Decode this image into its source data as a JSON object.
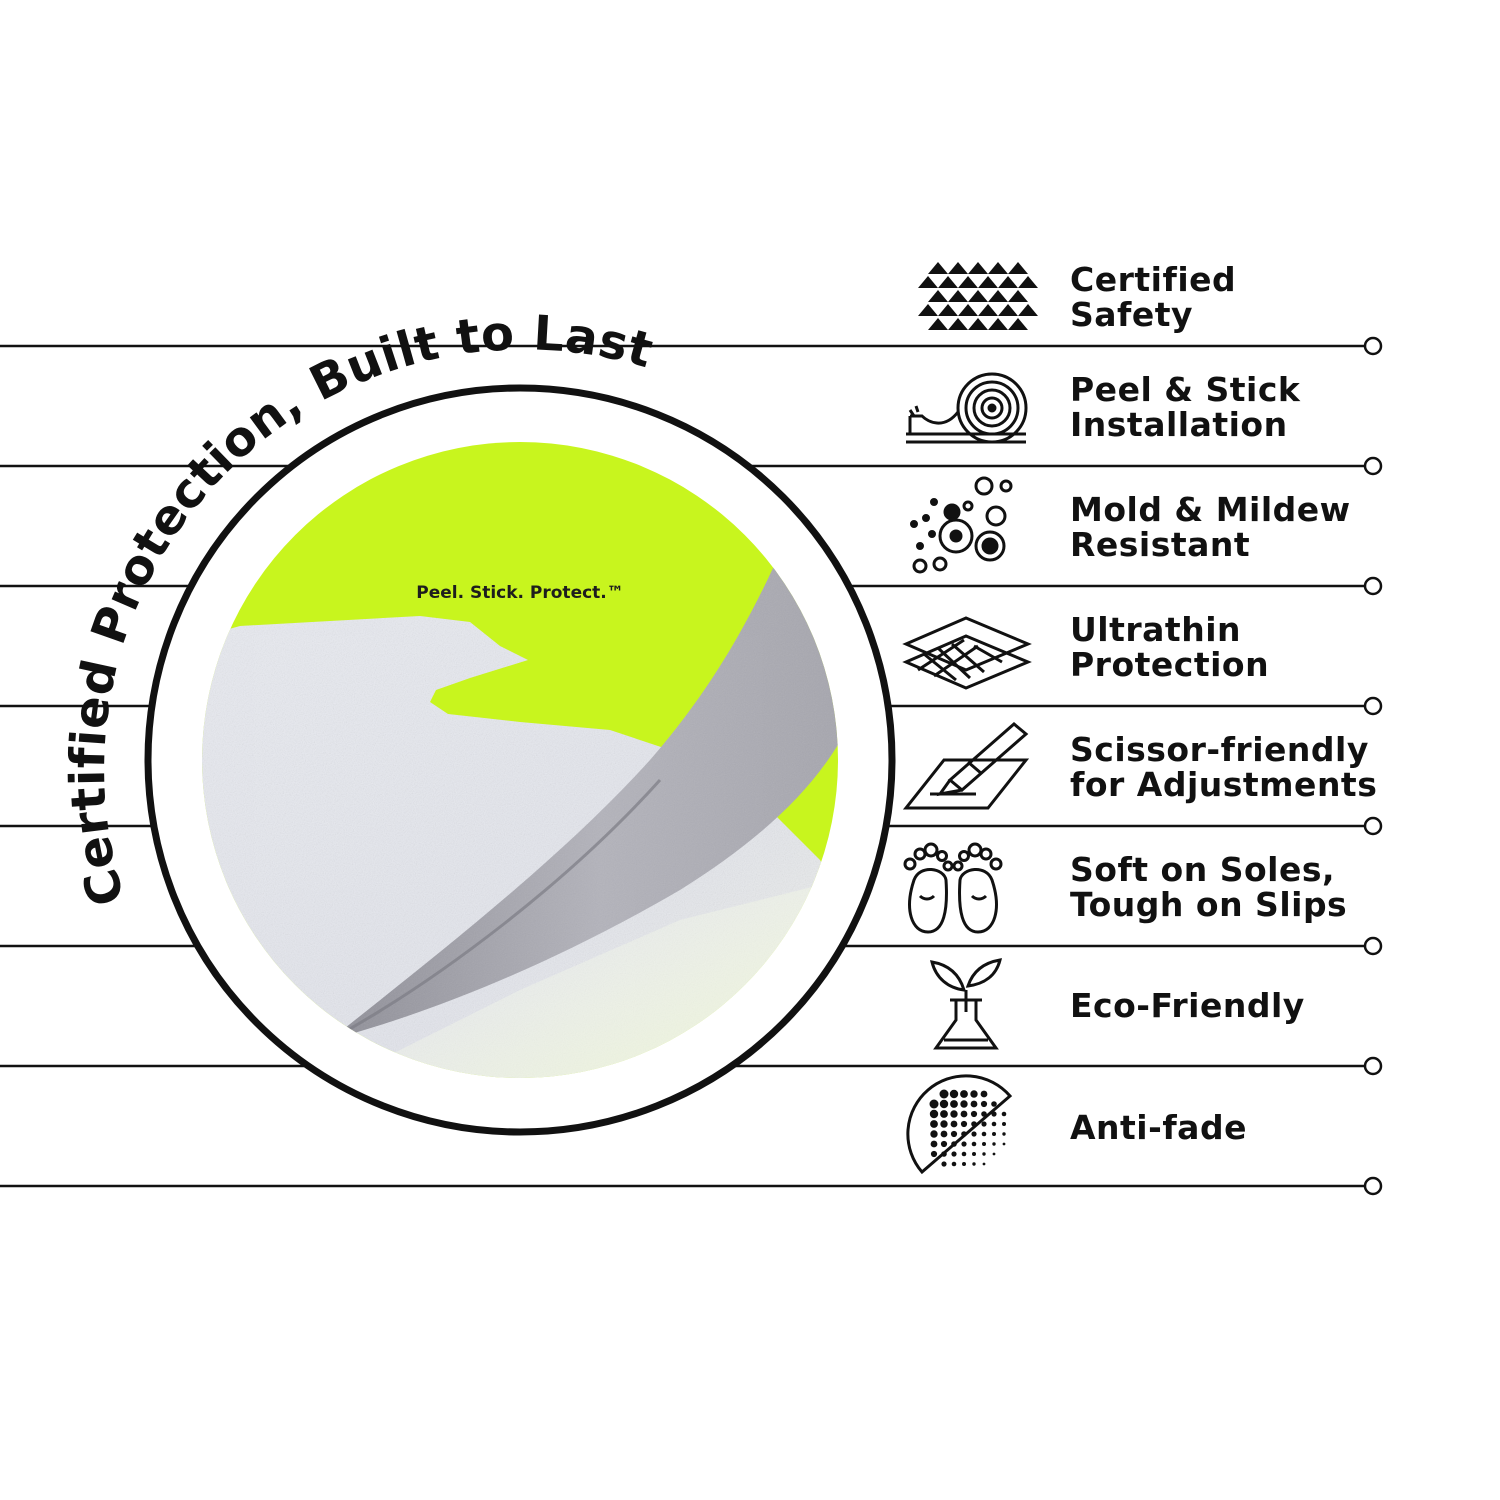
{
  "headline": "Certified Protection, Built to Last",
  "tagline": "Peel. Stick. Protect.™",
  "colors": {
    "accent": "#c8f51e",
    "line": "#111111",
    "text": "#111111",
    "background": "#ffffff",
    "mat": "#e6e8ee",
    "mat_back": "#9e9ea6"
  },
  "features": [
    {
      "icon": "triangle-grid-icon",
      "lines": [
        "Certified",
        "Safety"
      ]
    },
    {
      "icon": "roll-icon",
      "lines": [
        "Peel & Stick",
        "Installation"
      ]
    },
    {
      "icon": "bubbles-icon",
      "lines": [
        "Mold & Mildew",
        "Resistant"
      ]
    },
    {
      "icon": "layers-icon",
      "lines": [
        "Ultrathin",
        "Protection"
      ]
    },
    {
      "icon": "cutter-icon",
      "lines": [
        "Scissor-friendly",
        "for Adjustments"
      ]
    },
    {
      "icon": "feet-icon",
      "lines": [
        "Soft on Soles,",
        "Tough on Slips"
      ]
    },
    {
      "icon": "plant-flask-icon",
      "lines": [
        "Eco-Friendly"
      ]
    },
    {
      "icon": "halftone-icon",
      "lines": [
        "Anti-fade"
      ]
    }
  ]
}
